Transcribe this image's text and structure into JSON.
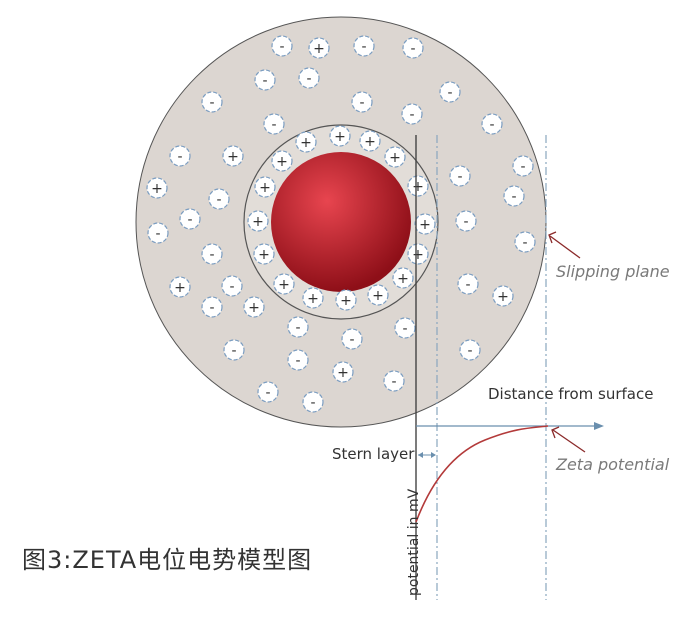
{
  "diagram": {
    "labels": {
      "slipping_plane": "Slipping plane",
      "distance_from_surface": "Distance from surface",
      "stern_layer": "Stern layer",
      "zeta_potential": "Zeta potential",
      "potential_axis": "potential in mV"
    },
    "caption": "图3:ZETA电位电势模型图",
    "ion_signs": {
      "positive": "+",
      "negative": "-"
    },
    "colors": {
      "particle": "#c8202c",
      "particle_highlight": "#e8454f",
      "particle_shadow": "#8e0f18",
      "diffuse_layer": "#dcd6d1",
      "stern_ring": "#e2ddd8",
      "outline": "#555555",
      "ion_border": "#7a9cc0",
      "curve": "#b33a3a",
      "arrow": "#8b2a2a",
      "axis_arrow": "#6a8fae"
    }
  }
}
